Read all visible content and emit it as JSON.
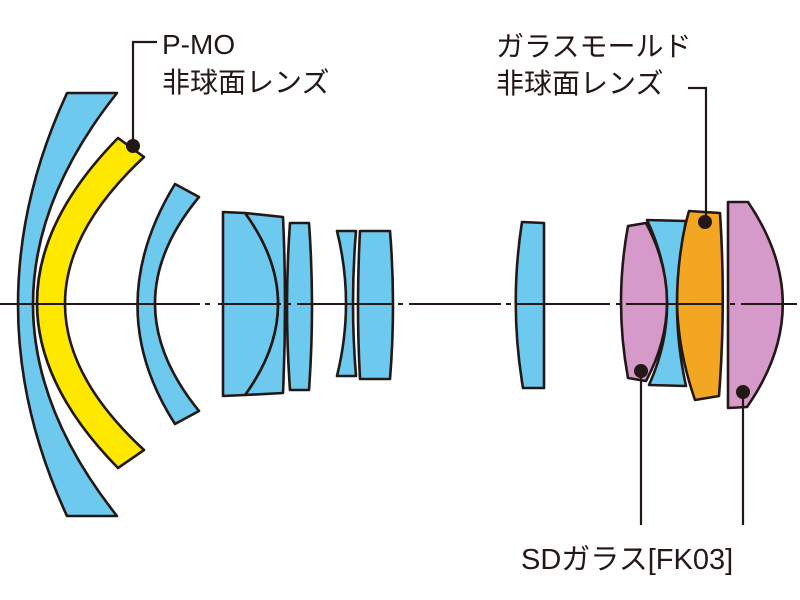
{
  "labels": {
    "pmo": {
      "line1": "P-MO",
      "line2": "非球面レンズ"
    },
    "glass_mold": {
      "line1": "ガラスモールド",
      "line2": "非球面レンズ"
    },
    "sd_glass": {
      "text": "SDガラス[FK03]"
    }
  },
  "colors": {
    "glass_blue": "#6ec9ee",
    "pmo_yellow": "#ffe800",
    "glass_mold_orange": "#f3a622",
    "sd_purple": "#d59ac9",
    "outline": "#231815",
    "background": "#ffffff"
  },
  "elements": [
    {
      "n": 1,
      "color": "glass_blue"
    },
    {
      "n": 2,
      "color": "pmo_yellow",
      "annotation": "P-MO 非球面レンズ"
    },
    {
      "n": 3,
      "color": "glass_blue"
    },
    {
      "n": 4,
      "color": "glass_blue"
    },
    {
      "n": 5,
      "color": "glass_blue"
    },
    {
      "n": 6,
      "color": "glass_blue"
    },
    {
      "n": 7,
      "color": "glass_blue"
    },
    {
      "n": 8,
      "color": "glass_blue"
    },
    {
      "n": 9,
      "color": "glass_blue"
    },
    {
      "n": 10,
      "color": "sd_purple",
      "annotation": "SDガラス[FK03]"
    },
    {
      "n": 11,
      "color": "glass_blue"
    },
    {
      "n": 12,
      "color": "glass_mold_orange",
      "annotation": "ガラスモールド 非球面レンズ"
    },
    {
      "n": 13,
      "color": "sd_purple",
      "annotation": "SDガラス[FK03]"
    }
  ]
}
